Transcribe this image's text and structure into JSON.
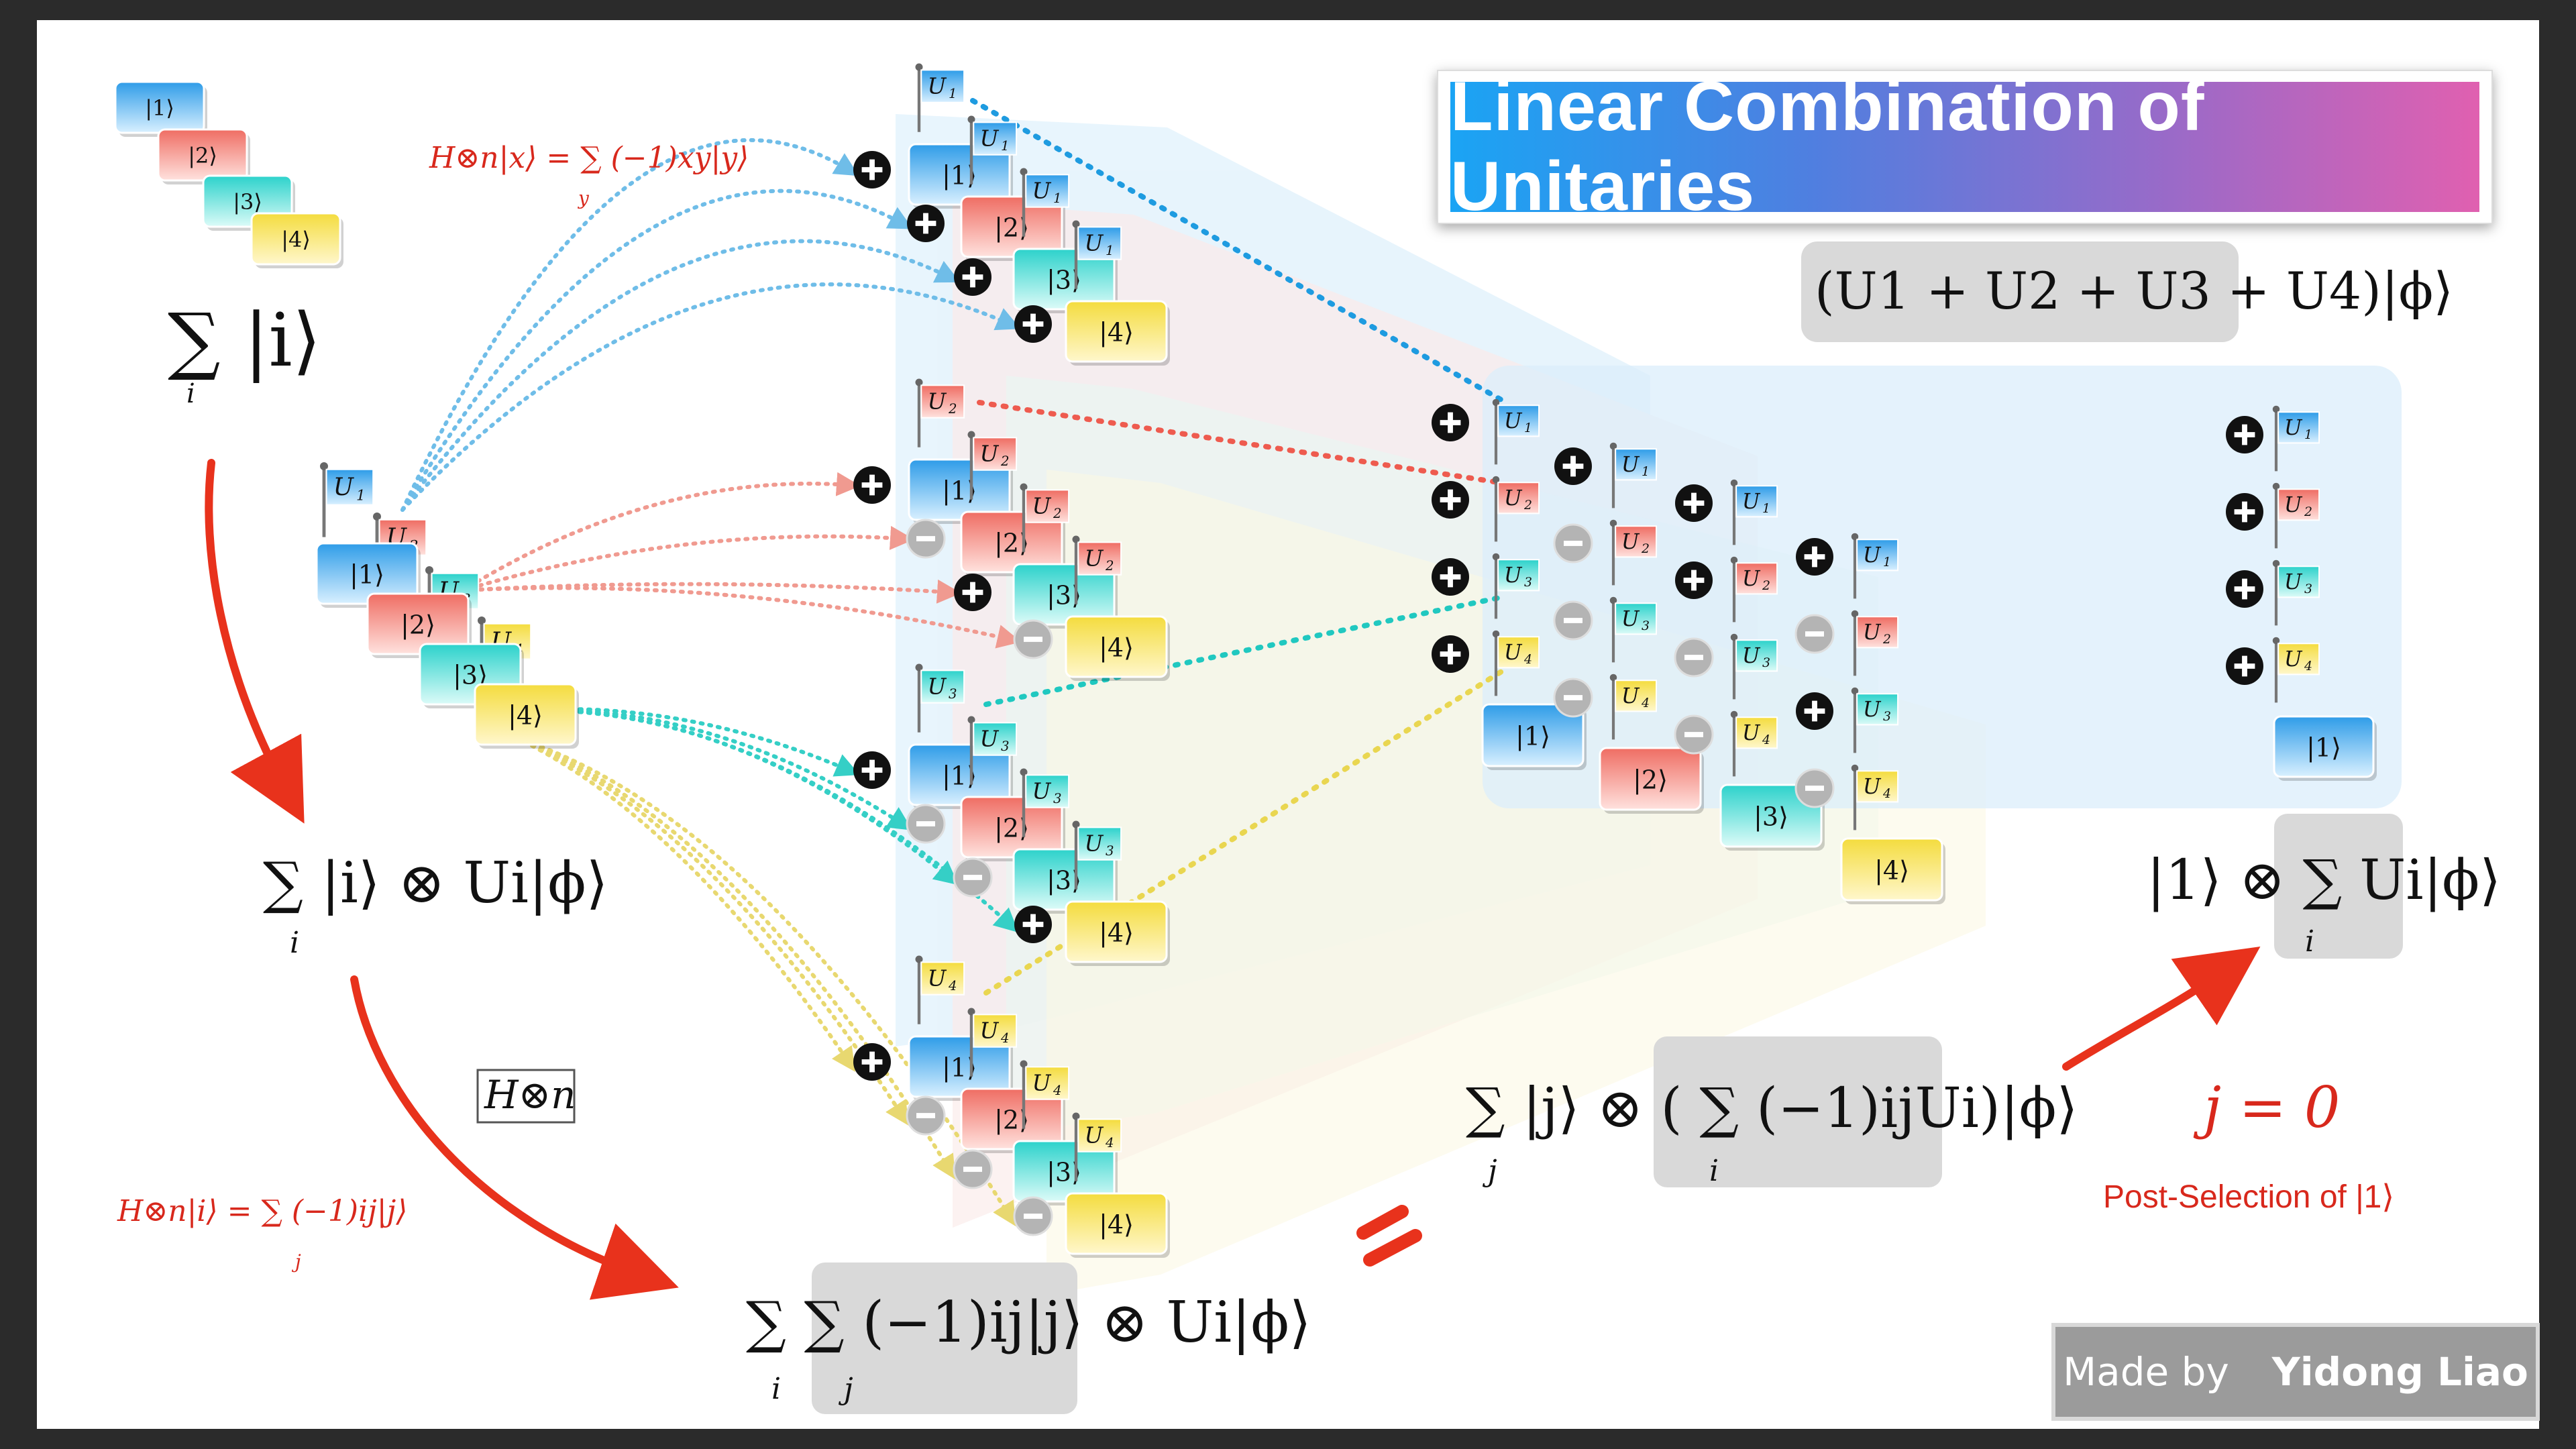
{
  "title": "Linear Combination of Unitaries",
  "credit": {
    "prefix": "Made by",
    "author": "Yidong Liao"
  },
  "kets": [
    "|1⟩",
    "|2⟩",
    "|3⟩",
    "|4⟩"
  ],
  "unitaries": [
    "U",
    "U",
    "U",
    "U"
  ],
  "unitary_subscripts": [
    "1",
    "2",
    "3",
    "4"
  ],
  "formulas": {
    "sum_i_ket": "∑ |i⟩",
    "sum_i_ket_sub": "i",
    "hadamard_x": "H⊗n|x⟩ = ∑ (−1)xy|y⟩",
    "hadamard_x_sub": "y",
    "sum_i_tensor": "∑ |i⟩ ⊗ Ui|ϕ⟩",
    "sum_i_tensor_sub": "i",
    "hadamard_box": "H⊗n",
    "hadamard_i": "H⊗n|i⟩ = ∑ (−1)ij|j⟩",
    "hadamard_i_sub": "j",
    "double_sum": "∑ ∑ (−1)ij|j⟩ ⊗ Ui|ϕ⟩",
    "double_sum_sub_i": "i",
    "double_sum_sub_j": "j",
    "sum_of_unitaries": "(U1 + U2 + U3 + U4)|ϕ⟩",
    "sum_j_result": "∑ |j⟩ ⊗ ( ∑ (−1)ijUi)|ϕ⟩",
    "sum_j_result_sub_j": "j",
    "sum_j_result_sub_i": "i",
    "final_state": "|1⟩ ⊗ ∑ Ui|ϕ⟩",
    "final_state_sub": "i",
    "j_zero": "j = 0",
    "post_selection": "Post-Selection of |1⟩"
  },
  "colors": {
    "blue": "#3aa7ee",
    "red": "#f07a6e",
    "cyan": "#3fd8d0",
    "yellow": "#f3df55",
    "arrow": "#e8321c",
    "formula_red": "#d8281c"
  }
}
